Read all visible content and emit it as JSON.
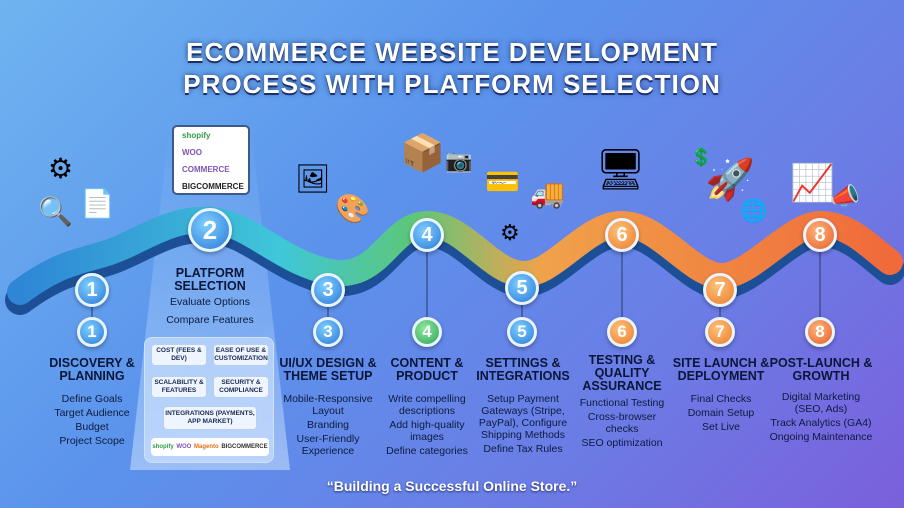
{
  "title": {
    "line1": "ECOMMERCE WEBSITE DEVELOPMENT",
    "line2": "PROCESS WITH PLATFORM SELECTION"
  },
  "steps": [
    {
      "n": "1",
      "title": "DISCOVERY & PLANNING",
      "items": [
        "Define Goals",
        "Target Audience",
        "Budget",
        "Project Scope"
      ]
    },
    {
      "n": "2",
      "title": "PLATFORM SELECTION",
      "items": [
        "Evaluate Options",
        "Compare Features"
      ]
    },
    {
      "n": "3",
      "title": "UI/UX DESIGN & THEME SETUP",
      "items": [
        "Mobile-Responsive Layout",
        "Branding",
        "User-Friendly Experience"
      ]
    },
    {
      "n": "4",
      "title": "CONTENT & PRODUCT",
      "items": [
        "Write compelling descriptions",
        "Add high-quality images",
        "Define categories"
      ]
    },
    {
      "n": "5",
      "title": "SETTINGS & INTEGRATIONS",
      "items": [
        "Setup Payment Gateways (Stripe, PayPal), Configure Shipping Methods",
        "Define Tax Rules"
      ]
    },
    {
      "n": "6",
      "title": "TESTING & QUALITY ASSURANCE",
      "items": [
        "Functional Testing",
        "Cross-browser checks",
        "SEO optimization"
      ]
    },
    {
      "n": "7",
      "title": "SITE LAUNCH & DEPLOYMENT",
      "items": [
        "Final Checks",
        "Domain Setup",
        "Set Live"
      ]
    },
    {
      "n": "8",
      "title": "POST-LAUNCH & GROWTH",
      "items": [
        "Digital Marketing (SEO, Ads)",
        "Track Analytics (GA4)",
        "Ongoing Maintenance"
      ]
    }
  ],
  "platform_criteria": [
    "COST (FEES & DEV)",
    "EASE OF USE & CUSTOMIZATION",
    "SCALABILITY & FEATURES",
    "SECURITY & COMPLIANCE",
    "INTEGRATIONS (PAYMENTS, APP MARKET)"
  ],
  "platform_logos": [
    "shopify",
    "WOO",
    "Magento",
    "BIGCOMMERCE"
  ],
  "browser_logos": [
    "shopify",
    "WOO COMMERCE",
    "BIGCOMMERCE"
  ],
  "quote": "“Building a Successful Online Store.”"
}
